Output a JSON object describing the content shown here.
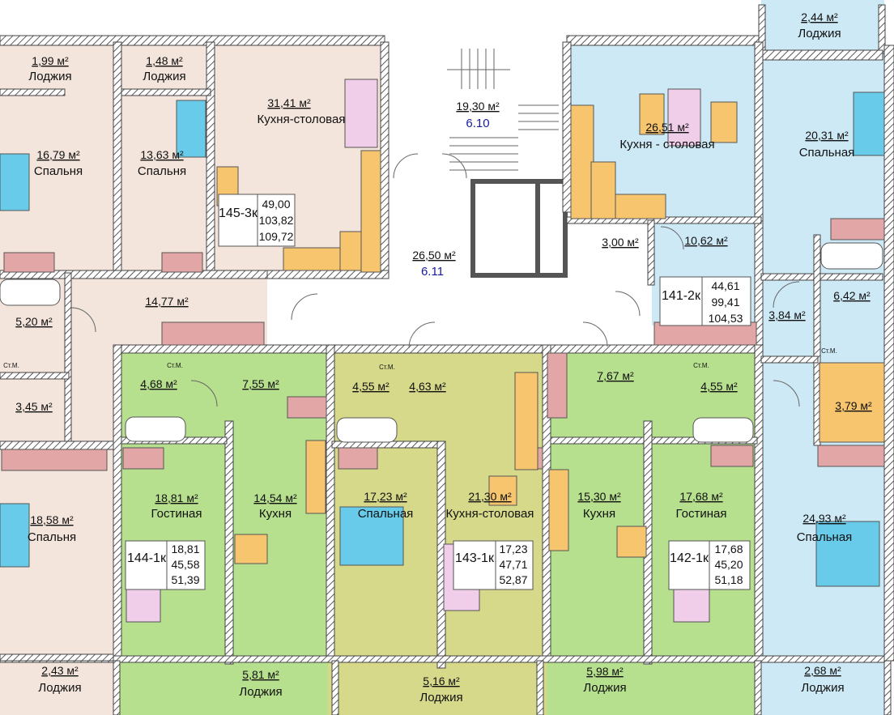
{
  "colors": {
    "blue_apartment": "#cde9f6",
    "pink_apartment": "#f3e5dc",
    "green_apartment": "#b6df8e",
    "olive_apartment": "#d6d98a",
    "corridor": "#ffffff",
    "furniture_orange": "#f6c56e",
    "furniture_pink": "#e3a6a6",
    "bed_blue": "#69cbea",
    "sofa_pink": "#f0cde9"
  },
  "rooms": {
    "loggia_tr": {
      "area": "2,44 м²",
      "name": "Лоджия"
    },
    "loggia_tl": {
      "area": "1,99 м²",
      "name": "Лоджия"
    },
    "loggia_tl2": {
      "area": "1,48 м²",
      "name": "Лоджия"
    },
    "kitchen_145": {
      "area": "31,41 м²",
      "name": "Кухня-столовая"
    },
    "stair": {
      "area": "19,30 м²",
      "code": "6.10"
    },
    "kitchen_141": {
      "area": "26,51 м²",
      "name": "Кухня - столовая"
    },
    "bed_tr": {
      "area": "20,31 м²",
      "name": "Спальная"
    },
    "bed_tl": {
      "area": "16,79 м²",
      "name": "Спальня"
    },
    "bed_tl2": {
      "area": "13,63 м²",
      "name": "Спальня"
    },
    "bath_141": {
      "area": "3,00 м²"
    },
    "hall_141": {
      "area": "10,62 м²"
    },
    "hall_common": {
      "area": "26,50 м²",
      "code": "6.11"
    },
    "bath_r": {
      "area": "6,42 м²"
    },
    "hall_r": {
      "area": "3,84 м²"
    },
    "bath_l": {
      "area": "5,20 м²"
    },
    "hall_145": {
      "area": "14,77 м²"
    },
    "bath_144": {
      "area": "4,68 м²"
    },
    "hall_144": {
      "area": "7,55 м²"
    },
    "bath_143": {
      "area": "4,55 м²"
    },
    "hall_143": {
      "area": "4,63 м²"
    },
    "hall_142": {
      "area": "7,67 м²"
    },
    "bath_142": {
      "area": "4,55 м²"
    },
    "wc_l": {
      "area": "3,45 м²"
    },
    "wc_r": {
      "area": "3,79 м²"
    },
    "living_144": {
      "area": "18,81 м²",
      "name": "Гостиная"
    },
    "kitchen_144": {
      "area": "14,54 м²",
      "name": "Кухня"
    },
    "bed_143": {
      "area": "17,23 м²",
      "name": "Спальная"
    },
    "kitchen_143": {
      "area": "21,30 м²",
      "name": "Кухня-столовая"
    },
    "kitchen_142": {
      "area": "15,30 м²",
      "name": "Кухня"
    },
    "living_142": {
      "area": "17,68 м²",
      "name": "Гостиная"
    },
    "bed_bl": {
      "area": "18,58 м²",
      "name": "Спальня"
    },
    "bed_br": {
      "area": "24,93 м²",
      "name": "Спальная"
    },
    "loggia_bl": {
      "area": "2,43 м²",
      "name": "Лоджия"
    },
    "loggia_144": {
      "area": "5,81 м²",
      "name": "Лоджия"
    },
    "loggia_143": {
      "area": "5,16 м²",
      "name": "Лоджия"
    },
    "loggia_142": {
      "area": "5,98 м²",
      "name": "Лоджия"
    },
    "loggia_br": {
      "area": "2,68 м²",
      "name": "Лоджия"
    }
  },
  "apartments": {
    "a145": {
      "label": "145-3к",
      "values": [
        "49,00",
        "103,82",
        "109,72"
      ]
    },
    "a141": {
      "label": "141-2к",
      "values": [
        "44,61",
        "99,41",
        "104,53"
      ]
    },
    "a144": {
      "label": "144-1к",
      "values": [
        "18,81",
        "45,58",
        "51,39"
      ]
    },
    "a143": {
      "label": "143-1к",
      "values": [
        "17,23",
        "47,71",
        "52,87"
      ]
    },
    "a142": {
      "label": "142-1к",
      "values": [
        "17,68",
        "45,20",
        "51,18"
      ]
    }
  },
  "fixtures": {
    "washer": "Ст.М."
  }
}
